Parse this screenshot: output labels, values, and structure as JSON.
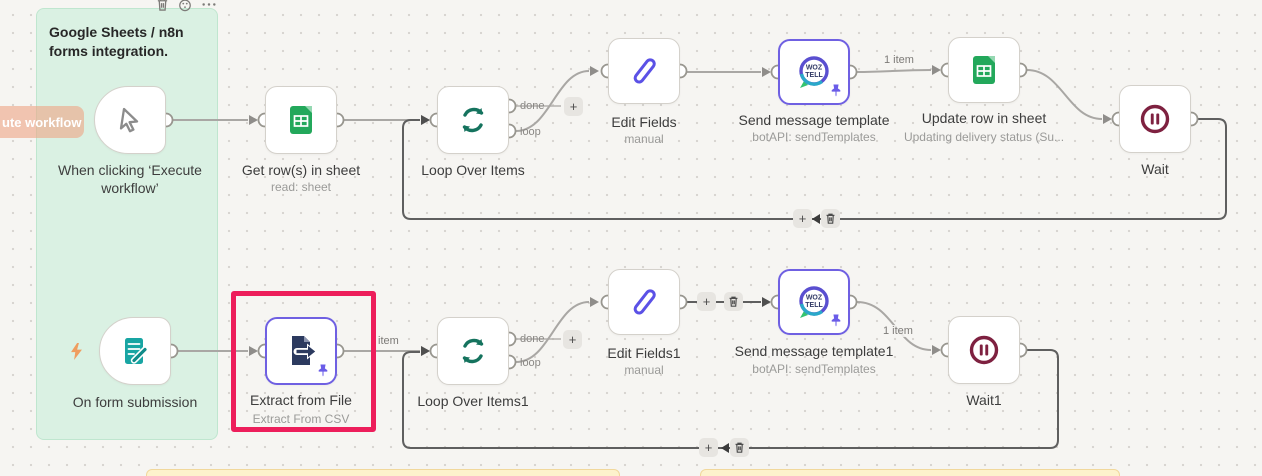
{
  "canvas": {
    "background": "#f6f5f2",
    "dot_color": "#d8d5d1"
  },
  "colors": {
    "node_border": "#d4d1cb",
    "pinned_border": "#6f60e2",
    "wire": "#a9a7a4",
    "wire_dark": "#5f5f5f",
    "annotation_red": "#ed1e5b",
    "sticky_green": "#daf1e3",
    "sticky_yellow": "#fdf2cc",
    "sheets_green": "#23a85b",
    "loop_teal": "#15735e",
    "pencil_purple": "#5b51e6",
    "wait_maroon": "#7e2140",
    "extract_navy": "#2c3a5f",
    "form_teal": "#18a5a3",
    "bolt_orange": "#f0975a"
  },
  "icons": {
    "toolbar": [
      "trash-icon",
      "palette-icon",
      "more-icon"
    ],
    "node_icons": [
      "cursor-icon",
      "sheets-icon",
      "loop-icon",
      "pencil-icon",
      "woztell-icon",
      "pause-icon",
      "form-icon",
      "extract-file-icon"
    ],
    "other": [
      "pin-icon",
      "lightning-icon",
      "plus-icon",
      "trash-icon",
      "arrow-left-icon"
    ]
  },
  "sticky_notes": {
    "green": {
      "title": "Google Sheets / n8n forms integration."
    },
    "yellow_count": 2
  },
  "execute_tooltip": {
    "label": "ute workflow"
  },
  "loop_outputs": {
    "done": "done",
    "loop": "loop"
  },
  "labels": {
    "one_item": "1 item",
    "item": "item"
  },
  "controls": {
    "plus": "+"
  },
  "woztell": {
    "line1": "WOZ",
    "line2": "TELL"
  },
  "nodes": [
    {
      "name": "When clicking ‘Execute workflow’",
      "subtitle": "",
      "icon": "cursor-icon",
      "type": "trigger"
    },
    {
      "name": "Get row(s) in sheet",
      "subtitle": "read: sheet",
      "icon": "sheets-icon"
    },
    {
      "name": "Loop Over Items",
      "subtitle": "",
      "icon": "loop-icon",
      "outputs": [
        "done",
        "loop"
      ]
    },
    {
      "name": "Edit Fields",
      "subtitle": "manual",
      "icon": "pencil-icon"
    },
    {
      "name": "Send message template",
      "subtitle": "botAPI: sendTemplates",
      "icon": "woztell-icon",
      "pinned": true
    },
    {
      "name": "Update row in sheet",
      "subtitle": "Updating delivery status (Su...",
      "icon": "sheets-icon"
    },
    {
      "name": "Wait",
      "subtitle": "",
      "icon": "pause-icon"
    },
    {
      "name": "On form submission",
      "subtitle": "",
      "icon": "form-icon",
      "type": "trigger"
    },
    {
      "name": "Extract from File",
      "subtitle": "Extract From CSV",
      "icon": "extract-file-icon",
      "pinned": true,
      "highlighted": true
    },
    {
      "name": "Loop Over Items1",
      "subtitle": "",
      "icon": "loop-icon",
      "outputs": [
        "done",
        "loop"
      ]
    },
    {
      "name": "Edit Fields1",
      "subtitle": "manual",
      "icon": "pencil-icon"
    },
    {
      "name": "Send message template1",
      "subtitle": "botAPI: sendTemplates",
      "icon": "woztell-icon",
      "pinned": true
    },
    {
      "name": "Wait1",
      "subtitle": "",
      "icon": "pause-icon"
    }
  ]
}
